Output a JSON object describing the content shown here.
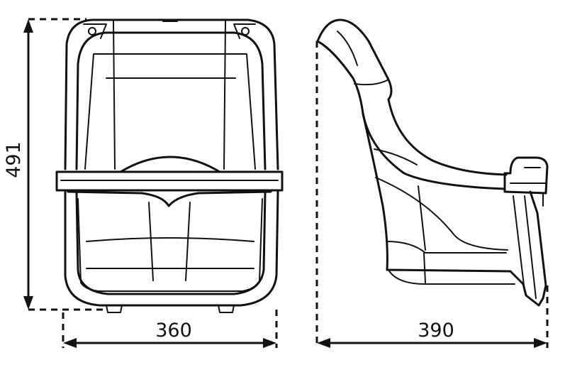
{
  "dimensions": {
    "height": "491",
    "front_width": "360",
    "side_depth": "390"
  }
}
